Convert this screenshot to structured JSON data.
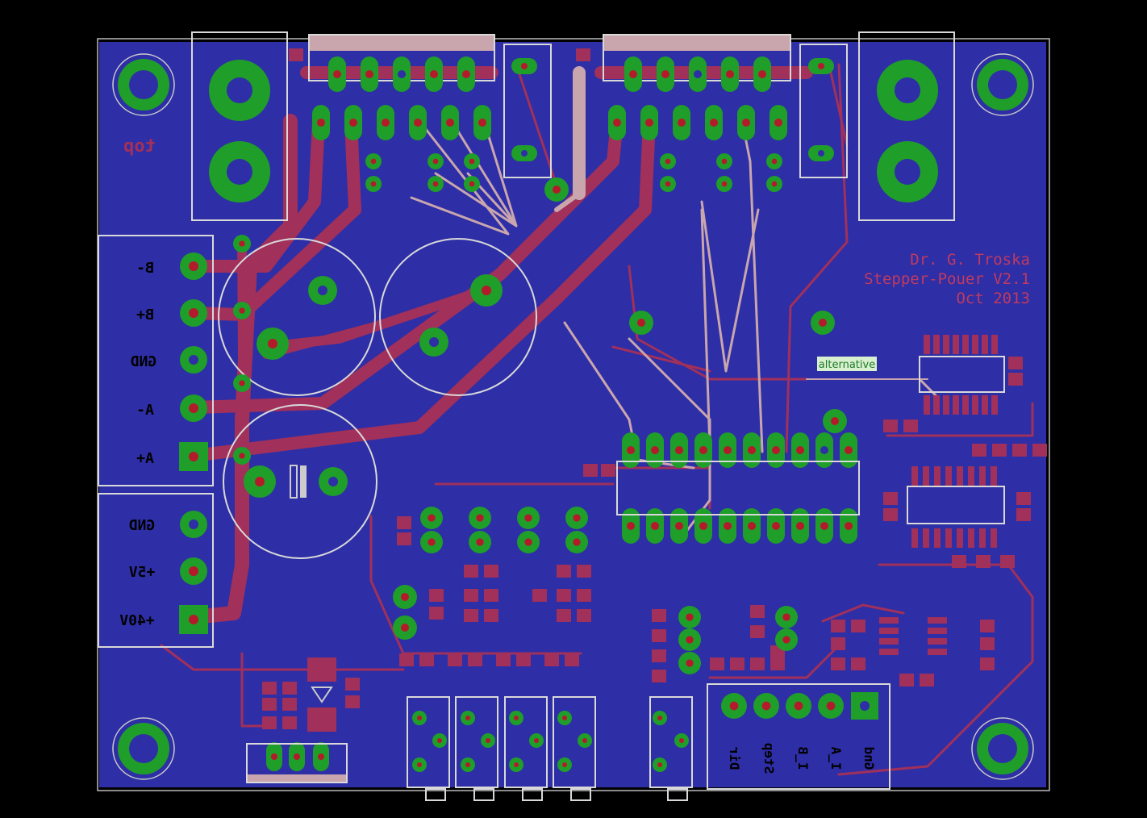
{
  "board": {
    "credit_lines": [
      "Dr. G. Troska",
      "Stepper-Pouer V2.1",
      "Oct 2013"
    ],
    "layer_label": "top",
    "alt_label": "alternative"
  },
  "connectors": {
    "motor": [
      "B-",
      "B+",
      "GND",
      "A-",
      "A+"
    ],
    "power": [
      "GND",
      "+5V",
      "+40V"
    ],
    "signal": [
      "Dir",
      "Step",
      "I_B",
      "I_A",
      "Gnd"
    ]
  },
  "colors": {
    "background": "#000000",
    "board": "#2e2ea6",
    "trace_top": "#a1305a",
    "trace_bottom": "#c9a6ae",
    "pad": "#1f9e2a",
    "drill": "#b31b2a",
    "silk": "#d9d9d9",
    "credit_text": "#c03a60"
  }
}
